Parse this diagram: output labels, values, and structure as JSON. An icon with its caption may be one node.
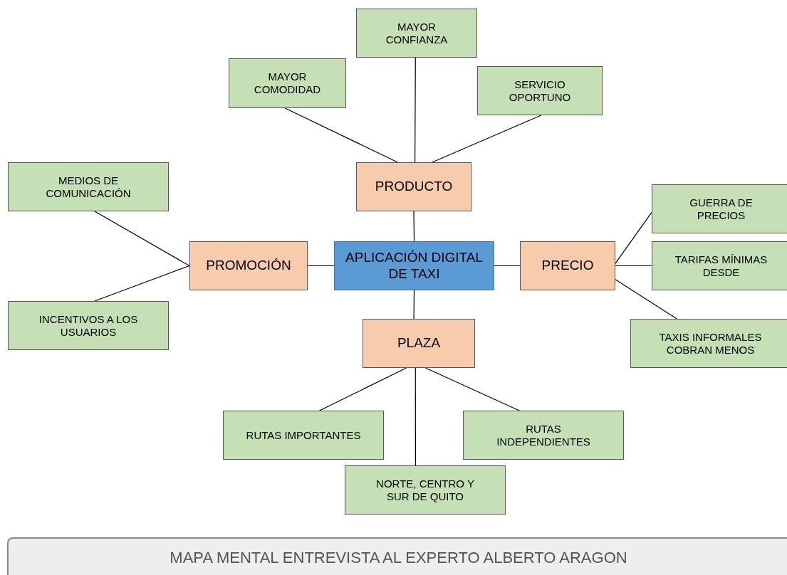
{
  "diagram": {
    "caption": "MAPA MENTAL ENTREVISTA AL EXPERTO ALBERTO ARAGON",
    "nodes": [
      {
        "text": [
          "APLICACIÓN DIGITAL DE TAXI"
        ]
      },
      {
        "text": [
          "PRODUCTO"
        ]
      },
      {
        "text": [
          "MAYOR COMODIDAD"
        ]
      },
      {
        "text": [
          "MAYOR CONFIANZA"
        ]
      },
      {
        "text": [
          "SERVICIO OPORTUNO"
        ]
      },
      {
        "text": [
          "PROMOCIÓN"
        ]
      },
      {
        "text": [
          "MEDIOS DE COMUNICACIÓN"
        ]
      },
      {
        "text": [
          "INCENTIVOS A LOS USUARIOS"
        ]
      },
      {
        "text": [
          "PRECIO"
        ]
      },
      {
        "text": [
          "GUERRA DE PRECIOS"
        ]
      },
      {
        "text": [
          "TARIFAS MÍNIMAS DESDE"
        ]
      },
      {
        "text": [
          "TAXIS INFORMALES COBRAN MENOS"
        ]
      },
      {
        "text": [
          "PLAZA"
        ]
      },
      {
        "text": [
          "RUTAS IMPORTANTES"
        ]
      },
      {
        "text": [
          "RUTAS INDEPENDIENTES"
        ]
      },
      {
        "text": [
          "NORTE, CENTRO Y SUR DE QUITO"
        ]
      }
    ],
    "edges": [
      {
        "from": 0,
        "to": 1,
        "arrow": "none"
      },
      {
        "from": 0,
        "to": 5,
        "arrow": "none"
      },
      {
        "from": 0,
        "to": 8,
        "arrow": "none"
      },
      {
        "from": 0,
        "to": 12,
        "arrow": "none"
      },
      {
        "from": 1,
        "to": 2,
        "arrow": "none"
      },
      {
        "from": 1,
        "to": 3,
        "arrow": "none"
      },
      {
        "from": 1,
        "to": 4,
        "arrow": "none"
      },
      {
        "from": 5,
        "to": 6,
        "arrow": "none"
      },
      {
        "from": 5,
        "to": 7,
        "arrow": "none"
      },
      {
        "from": 8,
        "to": 9,
        "arrow": "none"
      },
      {
        "from": 8,
        "to": 10,
        "arrow": "none"
      },
      {
        "from": 8,
        "to": 11,
        "arrow": "none"
      },
      {
        "from": 12,
        "to": 13,
        "arrow": "none"
      },
      {
        "from": 12,
        "to": 14,
        "arrow": "none"
      },
      {
        "from": 12,
        "to": 15,
        "arrow": "none"
      }
    ]
  }
}
